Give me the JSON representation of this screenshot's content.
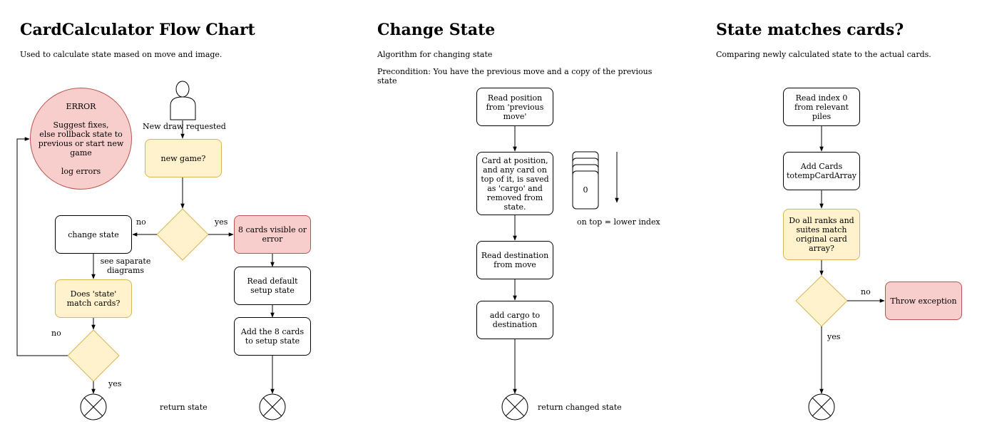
{
  "colors": {
    "decision_fill": "#fff2cc",
    "decision_stroke": "#d6b656",
    "error_fill": "#f8cecc",
    "error_stroke": "#b85450",
    "line": "#000000"
  },
  "panel1": {
    "title": "CardCalculator Flow Chart",
    "subtitle": "Used to calculate state mased on move and image.",
    "actor_label": "New draw requested",
    "error": {
      "title": "ERROR",
      "line1": "Suggest fixes,",
      "line2": "else rollback state to",
      "line3": "previous or start new",
      "line4": "game",
      "line5": "log errors"
    },
    "new_game": "new game?",
    "change_state": "change state",
    "eight_cards": "8 cards visible or error",
    "read_default": "Read default setup state",
    "add_eight": "Add the 8 cards to setup state",
    "does_state_match": "Does 'state' match cards?",
    "no1": "no",
    "yes1": "yes",
    "see_diagrams_1": "see saparate",
    "see_diagrams_2": "diagrams",
    "no2": "no",
    "yes2": "yes",
    "return_state": "return state"
  },
  "panel2": {
    "title": "Change State",
    "subtitle": "Algorithm for changing state",
    "precondition": "Precondition: You have the previous move and a copy of the previous state",
    "read_position": "Read position from 'previous move'",
    "card_at_position": "Card at position, and any card on top of it, is saved as 'cargo' and removed from state.",
    "read_destination": "Read destination from move",
    "add_cargo": "add cargo to destination",
    "stack_index": "0",
    "on_top": "on top = lower index",
    "return_changed": "return changed state"
  },
  "panel3": {
    "title": "State matches cards?",
    "subtitle": "Comparing newly calculated state to the actual cards.",
    "read_index": "Read index 0 from relevant piles",
    "add_cards": "Add Cards totempCardArray",
    "do_all_match": "Do all ranks and suites match original card array?",
    "throw": "Throw exception",
    "no": "no",
    "yes": "yes"
  }
}
